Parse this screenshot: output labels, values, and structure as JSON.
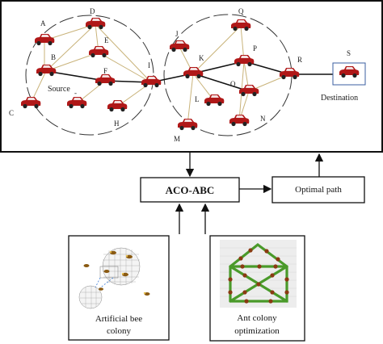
{
  "network": {
    "nodes": {
      "A": "A",
      "B": "B",
      "C": "C",
      "D": "D",
      "E": "E",
      "F": "F",
      "G": "-",
      "H": "H",
      "I": "I",
      "J": "J",
      "K": "K",
      "L": "L",
      "M": "M",
      "N": "N",
      "O": "O",
      "P": "P",
      "Q": "Q",
      "R": "R",
      "S": "S"
    },
    "source_label": "Source",
    "destination_label": "Destination"
  },
  "blocks": {
    "aco_abc": "ACO-ABC",
    "optimal_path": "Optimal path",
    "bee_line1": "Artificial bee",
    "bee_line2": "colony",
    "ant_line1": "Ant colony",
    "ant_line2": "optimization"
  },
  "colors": {
    "car": "#b01818",
    "link_thin": "#c9b37a",
    "link_bold": "#111111"
  }
}
